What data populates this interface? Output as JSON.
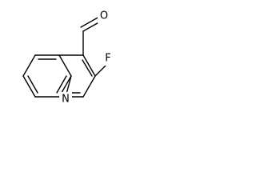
{
  "molecule": {
    "name": "",
    "atoms": {
      "oxygen": "O",
      "fluorine": "F",
      "nitrogen": "N"
    },
    "colors": {
      "bond": "#000000",
      "label": "#000000",
      "background": "#ffffff"
    }
  }
}
